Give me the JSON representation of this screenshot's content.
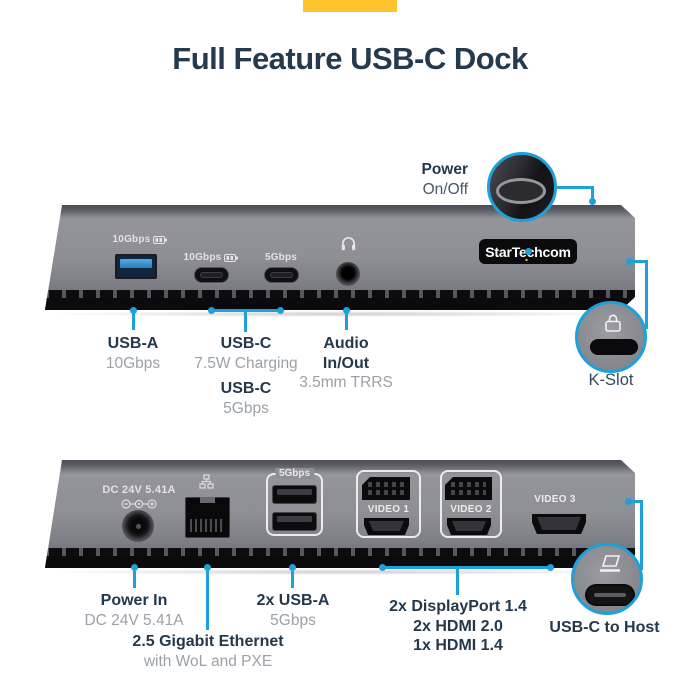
{
  "colors": {
    "accent_blue": "#1fa0da",
    "accent_yellow": "#ffc42d",
    "text_dark": "#24384a",
    "text_gray": "#9aa1a8",
    "dock_gray": "#8e8e95"
  },
  "header": {
    "title": "Full Feature USB-C Dock"
  },
  "front": {
    "ports": {
      "usb_a_label": "10Gbps",
      "usb_c1_label": "10Gbps",
      "usb_c2_label": "5Gbps"
    },
    "logo": {
      "part1": "StarTech",
      "dot": ".",
      "part2": "com"
    },
    "power": {
      "title": "Power",
      "subtitle": "On/Off"
    },
    "kslot": {
      "label": "K-Slot"
    },
    "labels": {
      "usb_a_title": "USB-A",
      "usb_a_sub": "10Gbps",
      "usb_c_title1": "USB-C",
      "usb_c_sub1": "7.5W Charging",
      "usb_c_title2": "USB-C",
      "usb_c_sub2": "5Gbps",
      "audio_title1": "Audio",
      "audio_title2": "In/Out",
      "audio_sub": "3.5mm TRRS"
    }
  },
  "back": {
    "ports": {
      "dc_label": "DC 24V 5.41A",
      "usb_hub_label": "5Gbps",
      "video1": "VIDEO 1",
      "video2": "VIDEO 2",
      "video3": "VIDEO 3"
    },
    "labels": {
      "power_title": "Power In",
      "power_sub": "DC 24V 5.41A",
      "eth_title": "2.5 Gigabit Ethernet",
      "eth_sub": "with WoL and PXE",
      "usb_title": "2x USB-A",
      "usb_sub": "5Gbps",
      "video_line1": "2x DisplayPort 1.4",
      "video_line2": "2x HDMI 2.0",
      "video_line3": "1x HDMI 1.4",
      "host_label": "USB-C to Host"
    }
  }
}
